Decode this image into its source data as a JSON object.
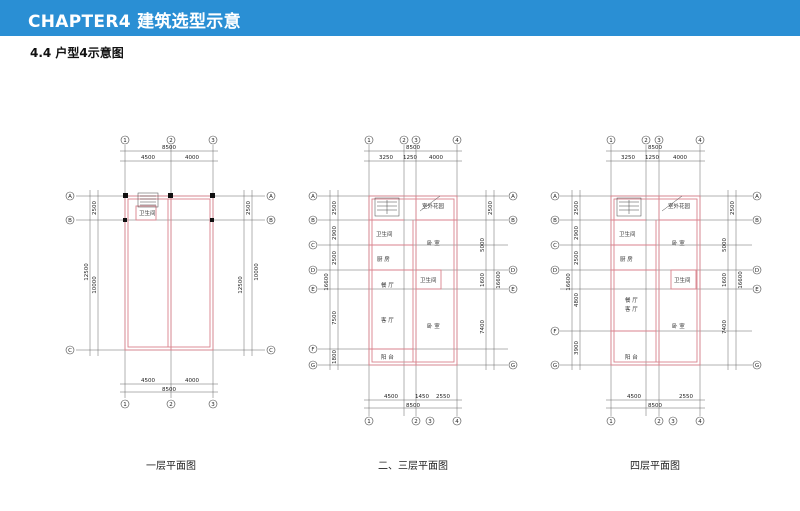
{
  "header": {
    "title": "CHAPTER4  建筑选型示意"
  },
  "section": {
    "title": "4.4 户型4示意图"
  },
  "colors": {
    "header_bg": "#2a8fd4",
    "wall": "#d9828c",
    "line": "#555555"
  },
  "plan1": {
    "caption": "一层平面图",
    "axes_top": [
      "1",
      "2",
      "3"
    ],
    "axes_left": [
      "A",
      "B",
      "C"
    ],
    "dims_top": [
      "8500",
      "4500",
      "4000"
    ],
    "dims_bottom": [
      "4500",
      "4000",
      "8500"
    ],
    "dims_left": [
      "2500",
      "10000",
      "12500"
    ],
    "dims_right": [
      "2500",
      "12500",
      "10000"
    ],
    "rooms": [
      "卫生间"
    ]
  },
  "plan2": {
    "caption": "二、三层平面图",
    "axes_top": [
      "1",
      "2",
      "3",
      "4"
    ],
    "axes_bottom": [
      "1",
      "2",
      "3",
      "4"
    ],
    "axes_left": [
      "A",
      "B",
      "C",
      "D",
      "E",
      "F",
      "G"
    ],
    "dims_top": [
      "8500",
      "3250",
      "1250",
      "4000"
    ],
    "dims_bottom": [
      "4500",
      "1450",
      "2550",
      "8500"
    ],
    "dims_left": [
      "2500",
      "2900",
      "2500",
      "16600",
      "7500",
      "1800"
    ],
    "dims_right": [
      "2500",
      "5000",
      "1600",
      "16600",
      "7400"
    ],
    "rooms": [
      "室外花园",
      "卫生间",
      "卧 室",
      "厨 房",
      "卫生间",
      "餐 厅",
      "客 厅",
      "卧 室",
      "阳 台"
    ]
  },
  "plan3": {
    "caption": "四层平面图",
    "axes_top": [
      "1",
      "2",
      "3",
      "4"
    ],
    "axes_bottom": [
      "1",
      "2",
      "3",
      "4"
    ],
    "axes_left": [
      "A",
      "B",
      "C",
      "D",
      "F",
      "G"
    ],
    "dims_top": [
      "8500",
      "3250",
      "1250",
      "4000"
    ],
    "dims_bottom": [
      "4500",
      "2550",
      "8500"
    ],
    "dims_left": [
      "2500",
      "2900",
      "2500",
      "16600",
      "4800",
      "3900"
    ],
    "dims_right": [
      "2500",
      "5000",
      "1600",
      "16600",
      "7400"
    ],
    "rooms": [
      "室外花园",
      "卫生间",
      "卧 室",
      "厨 房",
      "卫生间",
      "餐 厅",
      "客 厅",
      "卧 室",
      "阳 台"
    ]
  }
}
